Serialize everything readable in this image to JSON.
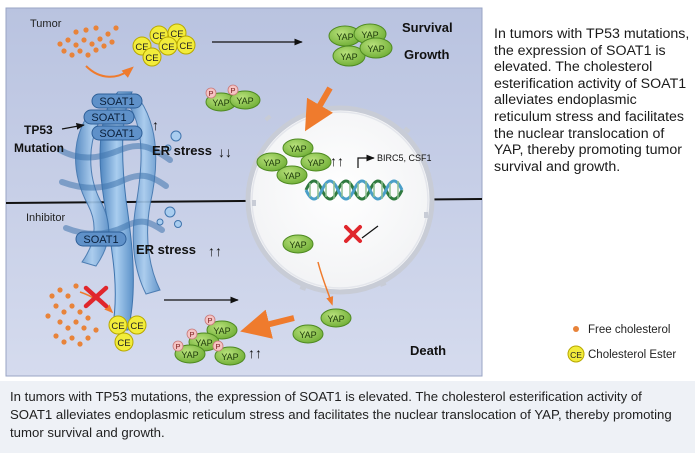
{
  "labels": {
    "tumor": "Tumor",
    "inhibitor": "Inhibitor",
    "tp53_line1": "TP53",
    "tp53_line2": "Mutation",
    "survival": "Survival",
    "growth": "Growth",
    "death": "Death",
    "er_stress_top": "ER stress",
    "er_stress_bottom": "ER stress",
    "birc5_csf1": "BIRC5, CSF1"
  },
  "molecules": {
    "ce": "CE",
    "yap": "YAP",
    "p": "P",
    "soat1": "SOAT1"
  },
  "legend": {
    "free_cholesterol": "Free cholesterol",
    "cholesterol_ester": "Cholesterol Ester"
  },
  "side_text": "In tumors with TP53 mutations, the expression of SOAT1 is elevated. The cholesterol esterification activity of SOAT1 alleviates endoplasmic reticulum stress and facilitates the nuclear translocation of YAP, thereby promoting tumor survival and growth.",
  "caption": "In tumors with TP53 mutations, the expression of SOAT1 is elevated. The cholesterol esterification activity of SOAT1 alleviates endoplasmic reticulum stress and facilitates the nuclear translocation of YAP, thereby promoting tumor survival and growth.",
  "colors": {
    "panel_bg": "#c7cfe6",
    "ce_fill": "#f2ec3a",
    "yap_fill": "#8fc94c",
    "cholesterol_dot": "#e8833a",
    "orange_arrow": "#ef7b2d",
    "inhibit_x": "#e0262c",
    "er_blue": "#6a9fd0"
  }
}
